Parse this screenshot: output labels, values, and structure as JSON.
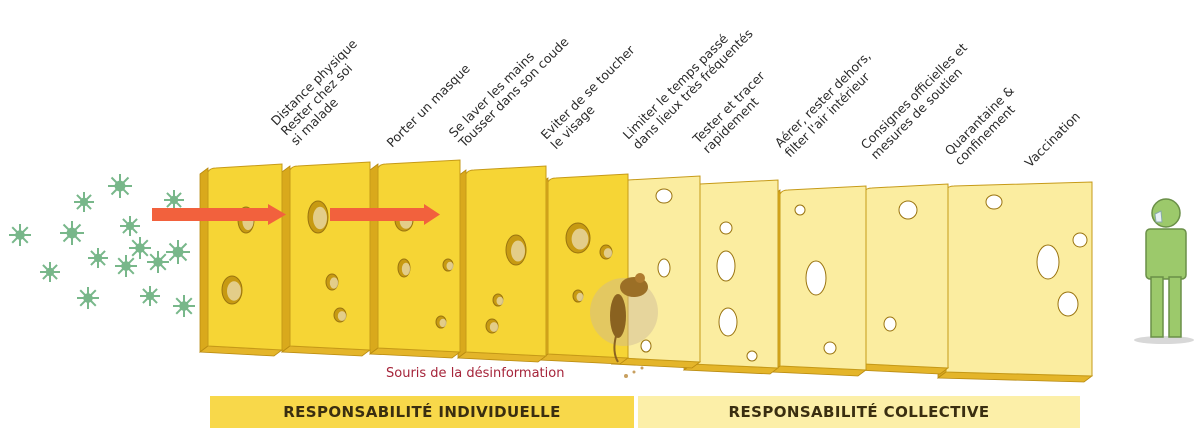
{
  "layers": [
    {
      "lines": [
        "Distance physique",
        "Rester chez soi",
        "si malade"
      ]
    },
    {
      "lines": [
        "Porter un masque"
      ]
    },
    {
      "lines": [
        "Se laver les mains",
        "Tousser dans son coude"
      ]
    },
    {
      "lines": [
        "Eviter de se toucher",
        "le visage"
      ]
    },
    {
      "lines": [
        "Limiter le temps passé",
        "dans lieux très fréquentés"
      ]
    },
    {
      "lines": [
        "Tester et tracer",
        "rapidement"
      ]
    },
    {
      "lines": [
        "Aérer, rester dehors,",
        "filter l'air intérieur"
      ]
    },
    {
      "lines": [
        "Consignes officielles et",
        "mesures de soutien"
      ]
    },
    {
      "lines": [
        "Quarantaine &",
        "confinement"
      ]
    },
    {
      "lines": [
        "Vaccination"
      ]
    }
  ],
  "mouse_label": "Souris de la désinformation",
  "bars": {
    "individual": "RESPONSABILITÉ INDIVIDUELLE",
    "collective": "RESPONSABILITÉ COLLECTIVE"
  },
  "colors": {
    "cheese_individual": "#f6d535",
    "cheese_collective": "#fbeda0",
    "virus": "#3f9a5a",
    "arrow": "#f2613d",
    "person": "#9cc96b",
    "mouse_caption": "#a5243a"
  }
}
